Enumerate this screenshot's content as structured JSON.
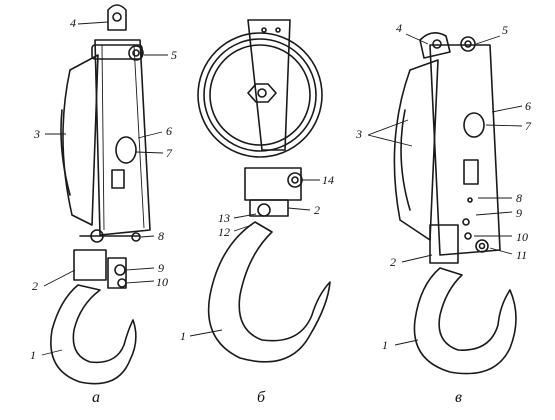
{
  "figure": {
    "captions": {
      "a": "а",
      "b": "б",
      "c": "в"
    },
    "view_a_labels": {
      "n1": "1",
      "n2": "2",
      "n3": "3",
      "n4": "4",
      "n5": "5",
      "n6": "6",
      "n7": "7",
      "n8": "8",
      "n9": "9",
      "n10": "10"
    },
    "view_b_labels": {
      "n1": "1",
      "n2": "2",
      "n12": "12",
      "n13": "13",
      "n14": "14"
    },
    "view_c_labels": {
      "n1": "1",
      "n2": "2",
      "n3": "3",
      "n4": "4",
      "n5": "5",
      "n6": "6",
      "n7": "7",
      "n8": "8",
      "n9": "9",
      "n10": "10",
      "n11": "11"
    },
    "colors": {
      "ink": "#1a1a1a",
      "paper": "#ffffff"
    }
  }
}
